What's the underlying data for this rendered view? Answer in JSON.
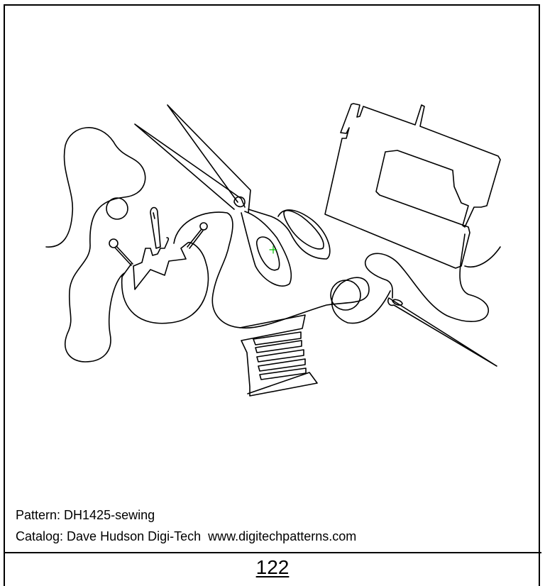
{
  "pattern": {
    "label": "Pattern: DH1425-sewing",
    "name": "DH1425-sewing"
  },
  "catalog": {
    "label": "Catalog: Dave Hudson Digi-Tech  www.digitechpatterns.com",
    "publisher": "Dave Hudson Digi-Tech",
    "website": "www.digitechpatterns.com"
  },
  "page": {
    "number": "122"
  },
  "design": {
    "elements": [
      "pincushion",
      "pins",
      "scissors",
      "sewing-machine",
      "thread-spool",
      "needle",
      "meandering-thread"
    ],
    "line_color": "#000000",
    "cursor_marker_color": "#00c000"
  }
}
